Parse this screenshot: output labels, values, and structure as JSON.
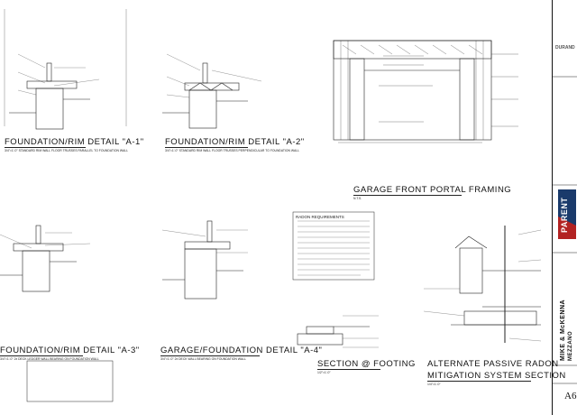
{
  "details": {
    "a1": {
      "title": "FOUNDATION/RIM DETAIL \"A-1\"",
      "scale": "3/4\"=1'-0\" STANDARD RIM WALL FLOOR TRUSSES PARALLEL TO FOUNDATION WALL"
    },
    "a2": {
      "title": "FOUNDATION/RIM DETAIL \"A-2\"",
      "scale": "3/4\"=1'-0\" STANDARD RIM WALL FLOOR TRUSSES PERPENDICULAR TO FOUNDATION WALL"
    },
    "a3": {
      "title": "FOUNDATION/RIM DETAIL \"A-3\"",
      "scale": "3/4\"=1'-0\" 2x DECK LEDGER WALL BEARING ON FOUNDATION WALL"
    },
    "a4": {
      "title": "GARAGE/FOUNDATION DETAIL \"A-4\"",
      "scale": "3/4\"=1'-0\" 2x DECK WALL BEARING ON FOUNDATION WALL"
    },
    "portal": {
      "title": "GARAGE FRONT PORTAL FRAMING",
      "scale": "N.T.S."
    },
    "footing": {
      "title": "SECTION @ FOOTING",
      "scale": "1/2\"=1'-0\""
    },
    "radon": {
      "title_line1": "ALTERNATE PASSIVE RADON",
      "title_line2": "MITIGATION SYSTEM SECTION",
      "scale": "1/4\"=1'-0\""
    },
    "radon_box_title": "RADON REQUIREMENTS"
  },
  "title_block": {
    "company": "DURAND",
    "brand": "PARENT",
    "client": "MIKE & McKENNA",
    "project": "MEZZANO",
    "sheet": "A6"
  }
}
